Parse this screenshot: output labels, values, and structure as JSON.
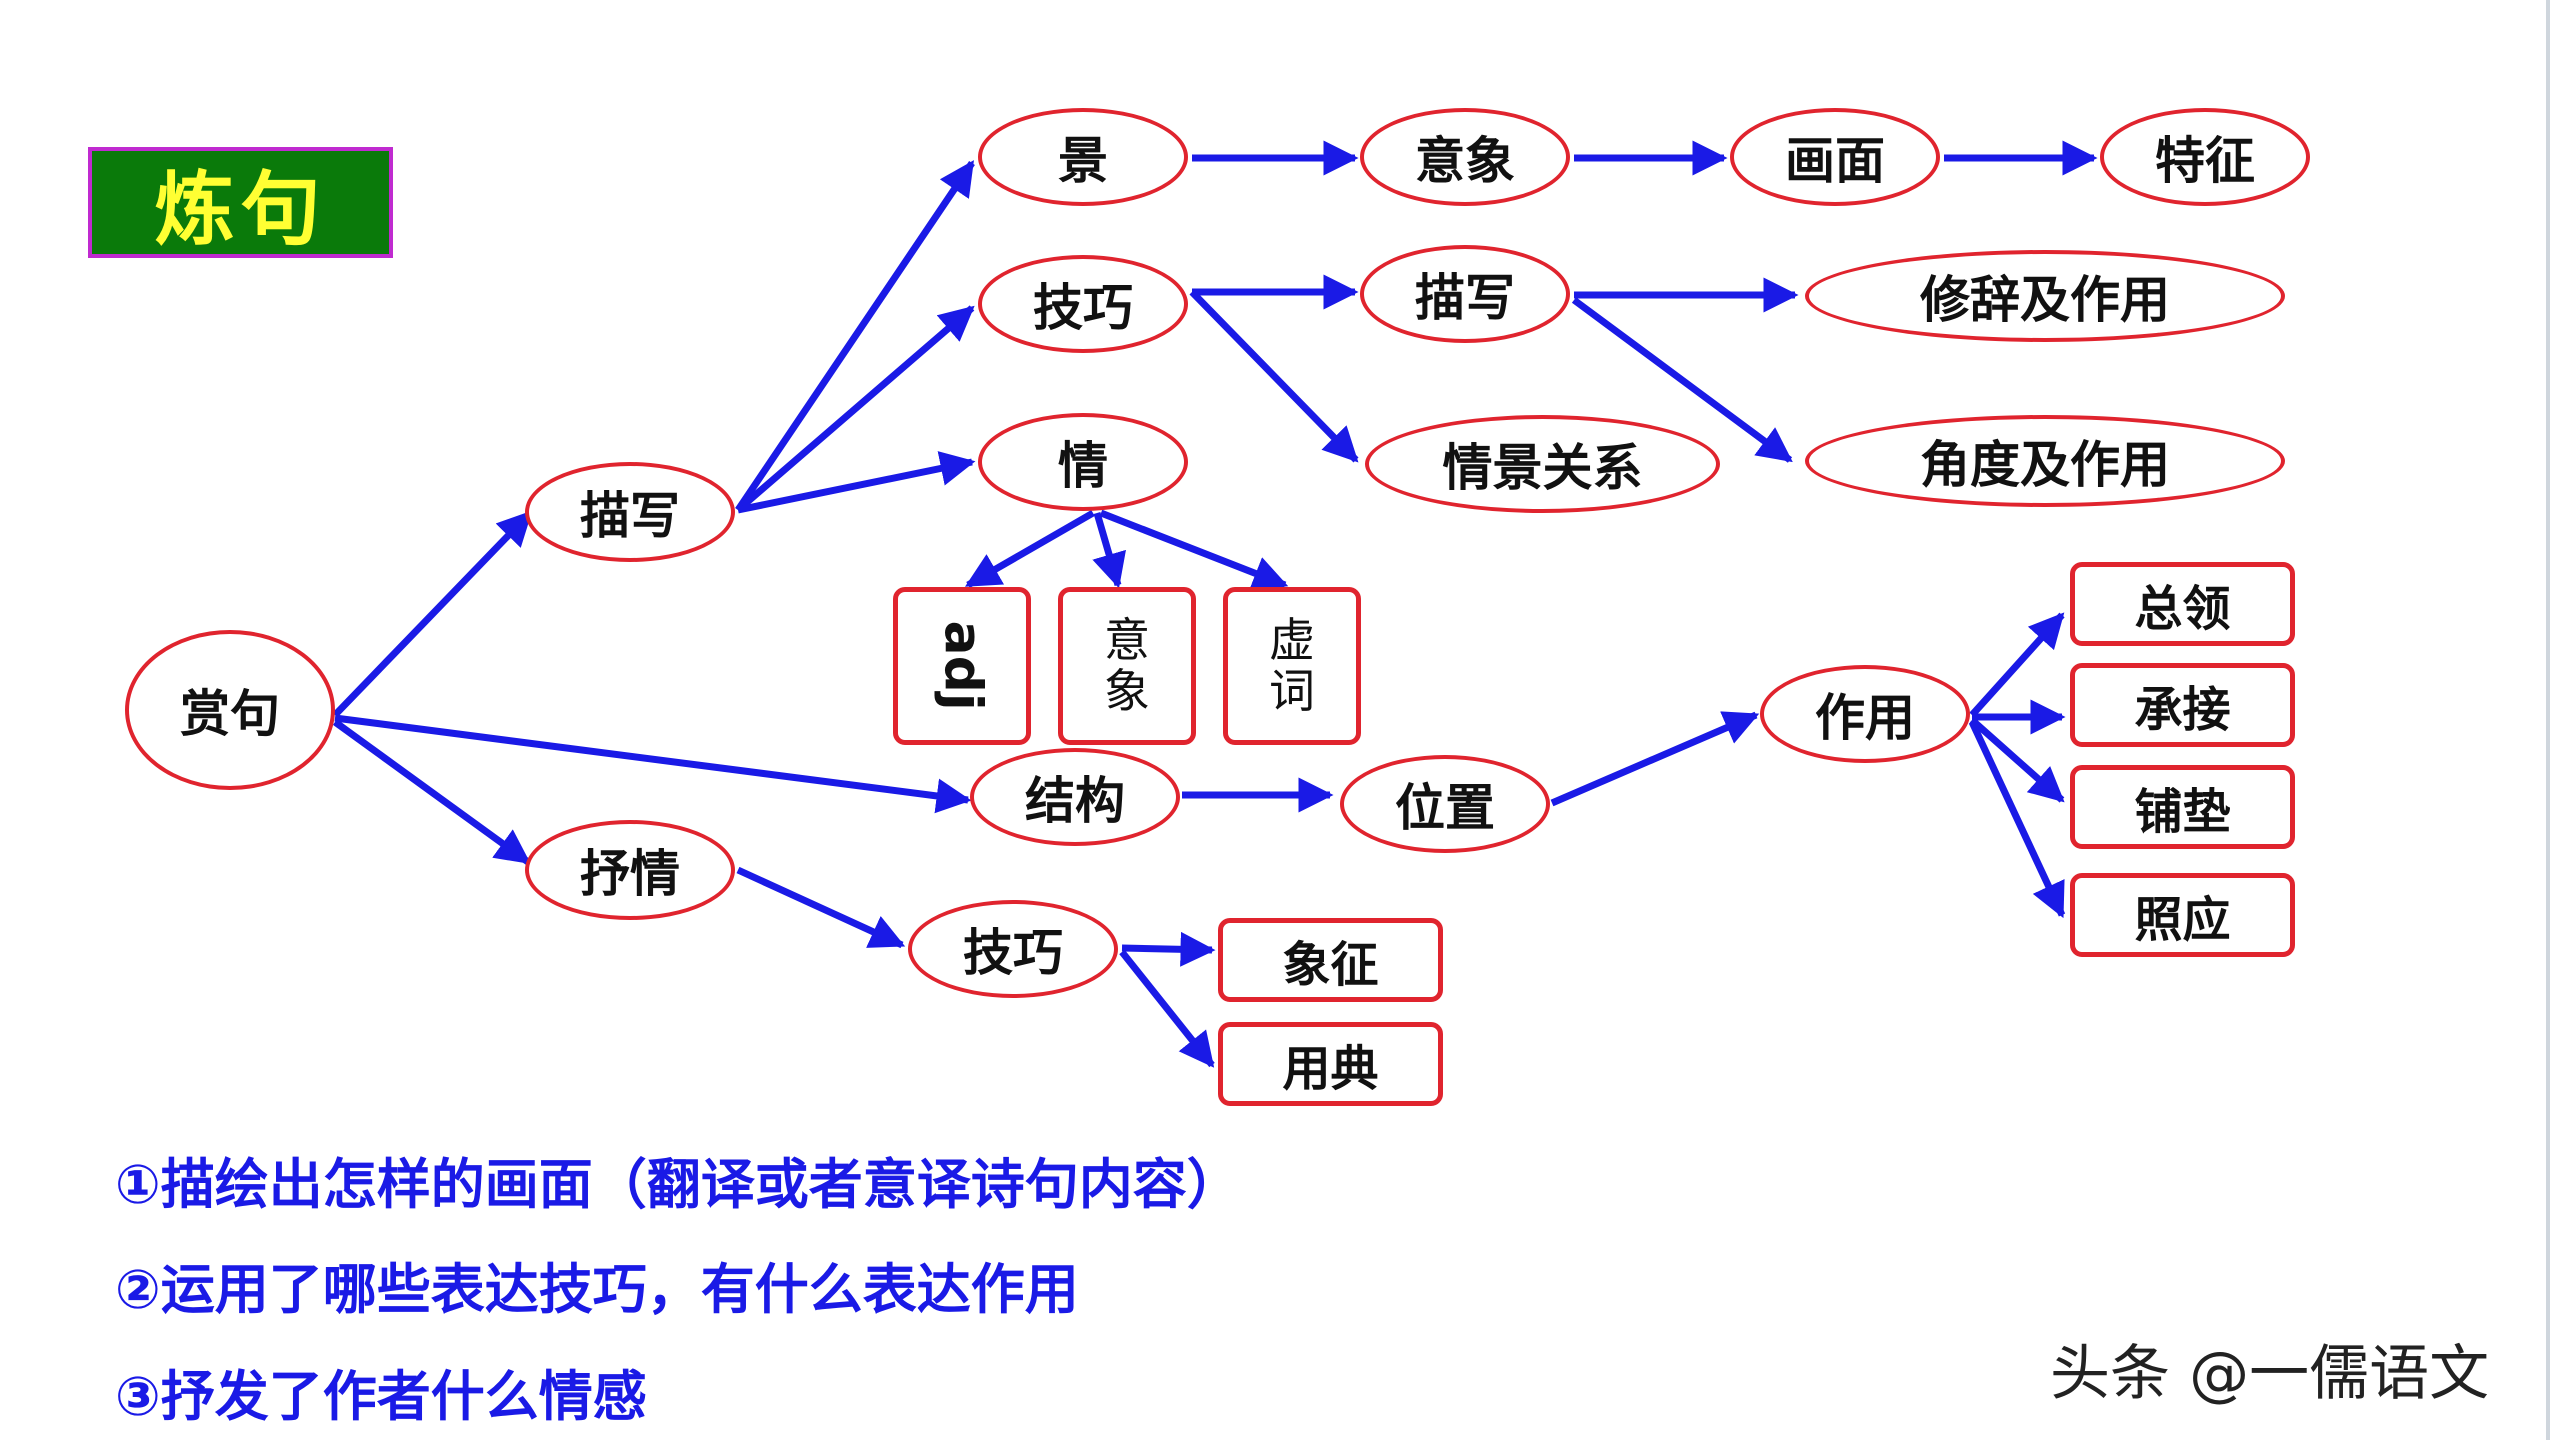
{
  "title": "炼句",
  "nodes": {
    "root": "赏句",
    "miaoxie": "描写",
    "shuqing": "抒情",
    "jing": "景",
    "yixiang": "意象",
    "huamian": "画面",
    "tezheng": "特征",
    "jiqiao1": "技巧",
    "miaoxie2": "描写",
    "xiuci": "修辞及作用",
    "jiaodu": "角度及作用",
    "qingjing": "情景关系",
    "qing": "情",
    "adj": "adj",
    "yixiang_v": [
      "意",
      "象"
    ],
    "xuci_v": [
      "虚",
      "词"
    ],
    "jiegou": "结构",
    "weizhi": "位置",
    "zuoyong": "作用",
    "zongling": "总领",
    "chengjie": "承接",
    "pudian": "铺垫",
    "zhaoying": "照应",
    "jiqiao2": "技巧",
    "xiangzheng": "象征",
    "yongdian": "用典"
  },
  "questions": [
    "①描绘出怎样的画面（翻译或者意译诗句内容）",
    "②运用了哪些表达技巧，有什么表达作用",
    "③抒发了作者什么情感"
  ],
  "watermark": "头条 @一儒语文",
  "colors": {
    "arrow": "#1a1ae6",
    "node_border": "#e0242e",
    "title_bg": "#0a7a0a",
    "title_text": "#ffff33",
    "title_border": "#c02ad0",
    "question_text": "#1a1ae6"
  }
}
